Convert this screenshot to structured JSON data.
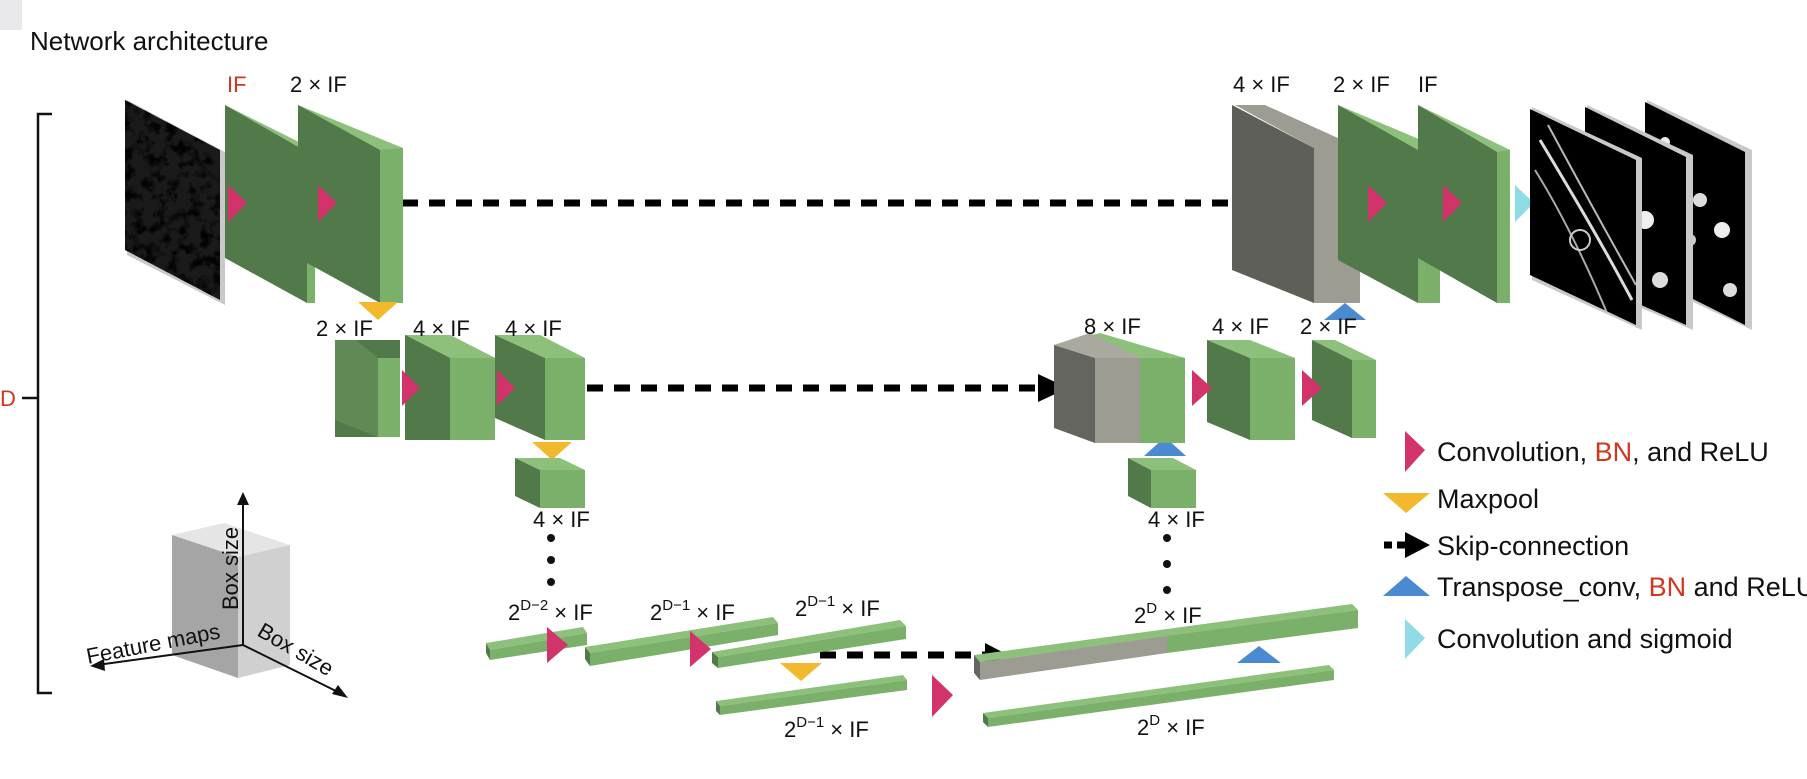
{
  "title": "Network architecture",
  "depth_label": "D",
  "colors": {
    "green_front": "#7ab06a",
    "green_side": "#52794a",
    "green_top": "#8cc07b",
    "gray_front": "#9c9c92",
    "gray_side": "#65655f",
    "conv_arrow": "#d1336a",
    "maxpool": "#f3b92e",
    "transpose": "#4a8ad0",
    "sigmoid": "#8fdce6",
    "skip": "#000000",
    "accent_red": "#d0371f"
  },
  "encoder": {
    "level1": {
      "input_label": "IF",
      "second_label": "2 × IF"
    },
    "level2": {
      "labels": [
        "2 × IF",
        "4 × IF",
        "4 × IF"
      ]
    },
    "level3": {
      "label": "4 × IF"
    },
    "bottom": {
      "labels": [
        {
          "base": "2",
          "exp": "D−2",
          "tail": " × IF"
        },
        {
          "base": "2",
          "exp": "D−1",
          "tail": " × IF"
        },
        {
          "base": "2",
          "exp": "D−1",
          "tail": " × IF"
        }
      ],
      "pooled_label": {
        "base": "2",
        "exp": "D−1",
        "tail": " × IF"
      }
    }
  },
  "decoder": {
    "level1": {
      "labels": [
        "4 × IF",
        "2 × IF",
        "IF"
      ]
    },
    "level2": {
      "labels": [
        "8 × IF",
        "4 × IF",
        "2 × IF"
      ]
    },
    "level3": {
      "label": "4 × IF"
    },
    "bottom": {
      "concat_label": {
        "base": "2",
        "exp": "D",
        "tail": " × IF"
      },
      "upconv_label": {
        "base": "2",
        "exp": "D",
        "tail": " × IF"
      }
    }
  },
  "axes_cube": {
    "vertical": "Box size",
    "left": "Feature maps",
    "depth": "Box size"
  },
  "legend": {
    "items": [
      {
        "icon": "conv-bn-relu-arrow-icon",
        "parts": [
          "Convolution, ",
          "BN",
          ", and ReLU"
        ]
      },
      {
        "icon": "maxpool-arrow-icon",
        "parts": [
          "Maxpool"
        ]
      },
      {
        "icon": "skip-connection-arrow-icon",
        "parts": [
          "Skip-connection"
        ]
      },
      {
        "icon": "transpose-conv-arrow-icon",
        "parts": [
          "Transpose_conv, ",
          "BN",
          " and ReLU"
        ]
      },
      {
        "icon": "conv-sigmoid-arrow-icon",
        "parts": [
          "Convolution and sigmoid"
        ]
      }
    ]
  }
}
